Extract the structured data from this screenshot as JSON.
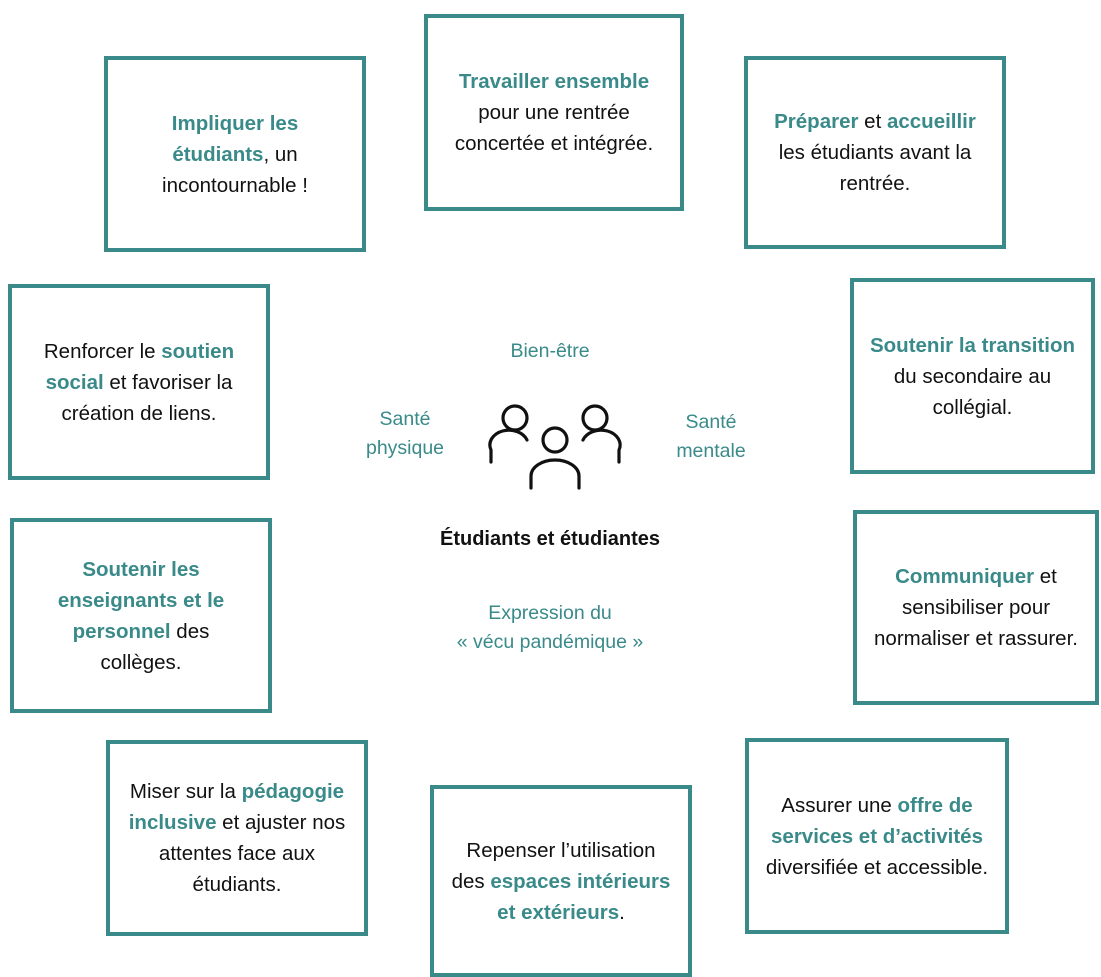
{
  "boxes": {
    "travailler": {
      "a": "Travailler ensemble",
      "b": " pour une rentrée concertée et intégrée."
    },
    "impliquer": {
      "a": "Impliquer les étudiants",
      "b": ", un incontournable !"
    },
    "preparer": {
      "a": "Préparer",
      "b": " et ",
      "c": "accueillir",
      "d": " les étudiants avant la rentrée."
    },
    "renforcer": {
      "a": "Renforcer le ",
      "b": "soutien social",
      "c": " et favoriser la création de liens."
    },
    "transition": {
      "a": "Soutenir la transition",
      "b": " du secondaire au collégial."
    },
    "enseignants": {
      "a": "Soutenir les enseignants et le personnel",
      "b": " des collèges."
    },
    "communiquer": {
      "a": "Communiquer",
      "b": " et sensibiliser pour normaliser et rassurer."
    },
    "pedagogie": {
      "a": "Miser sur la ",
      "b": "pédagogie inclusive",
      "c": " et ajuster nos attentes face aux étudiants."
    },
    "espaces": {
      "a": "Repenser l’utilisation des ",
      "b": "espaces intérieurs et extérieurs",
      "c": "."
    },
    "offre": {
      "a": "Assurer une ",
      "b": "offre de services et d’activités",
      "c": " diversifiée et accessible."
    }
  },
  "center": {
    "bien_etre": "Bien-être",
    "sante_physique_1": "Santé",
    "sante_physique_2": "physique",
    "sante_mentale_1": "Santé",
    "sante_mentale_2": "mentale",
    "etudiants": "Étudiants et étudiantes",
    "expression_1": "Expression du",
    "expression_2": "« vécu pandémique »"
  },
  "colors": {
    "accent": "#3a8a8a",
    "text": "#111111"
  },
  "icons": {
    "people": "people-group-icon"
  }
}
